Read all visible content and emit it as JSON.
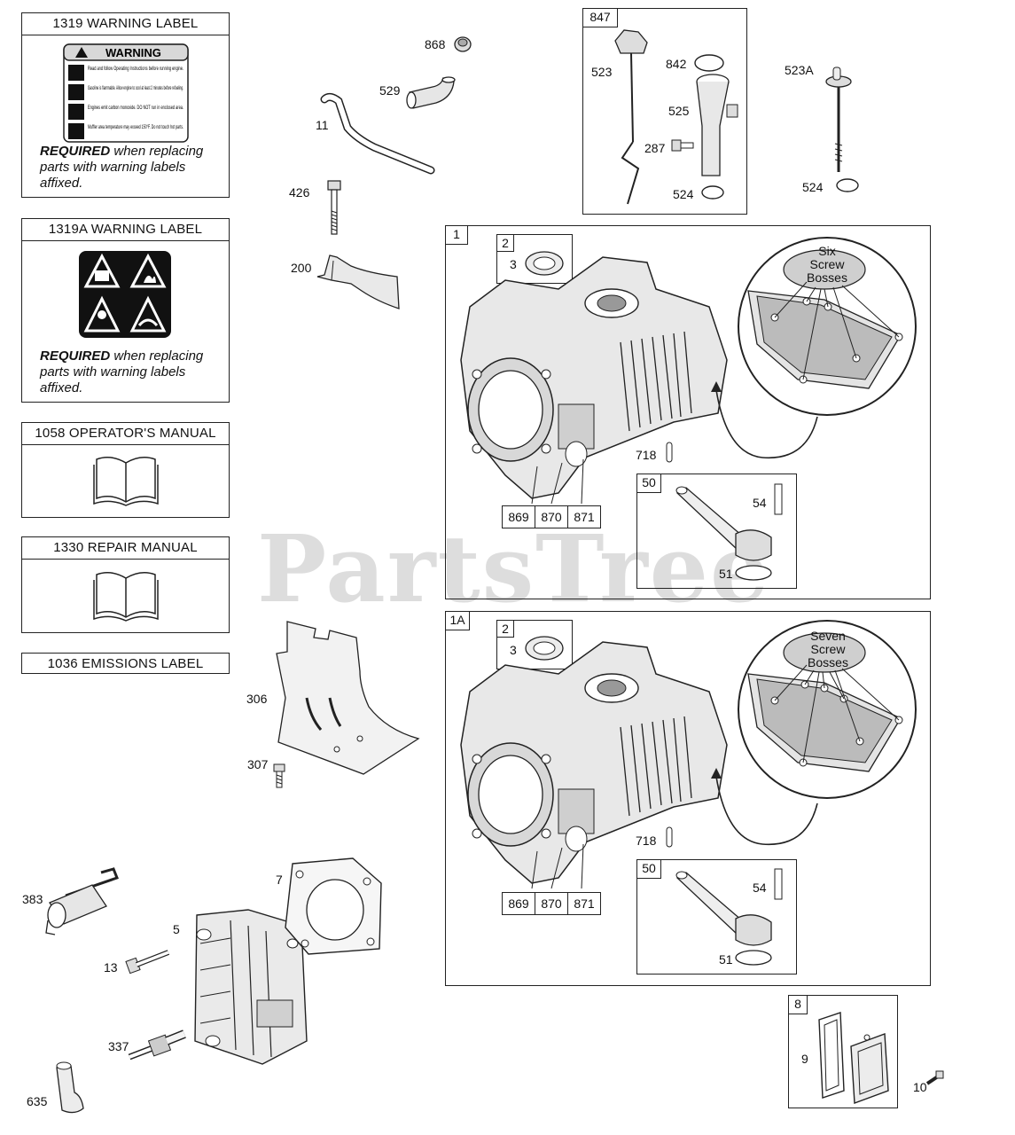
{
  "labels_panel": {
    "warning_label": {
      "title": "1319 WARNING LABEL",
      "sign_header": "WARNING",
      "lines": [
        "Read and follow Operating Instructions before running engine.",
        "Gasoline is flammable. Allow engine to cool at least 2 minutes before refueling.",
        "Engines emit carbon monoxide. DO NOT run in enclosed area.",
        "Muffler area temperature may exceed 150°F. Do not touch hot parts."
      ],
      "required_bold": "REQUIRED",
      "required_rest": " when replacing parts with warning labels affixed."
    },
    "warning_label_a": {
      "title": "1319A WARNING LABEL",
      "required_bold": "REQUIRED",
      "required_rest": " when replacing parts with warning labels affixed."
    },
    "operators_manual": {
      "title": "1058 OPERATOR'S MANUAL"
    },
    "repair_manual": {
      "title": "1330 REPAIR MANUAL"
    },
    "emissions_label": {
      "title": "1036 EMISSIONS LABEL"
    }
  },
  "watermark": "PartsTree",
  "callouts": {
    "c868": "868",
    "c529": "529",
    "c11": "11",
    "c426": "426",
    "c200": "200",
    "c306": "306",
    "c307": "307",
    "c383": "383",
    "c5": "5",
    "c7": "7",
    "c13": "13",
    "c337": "337",
    "c635": "635",
    "c847": "847",
    "c523": "523",
    "c842": "842",
    "c525": "525",
    "c287": "287",
    "c524a": "524",
    "c523A": "523A",
    "c524b": "524",
    "c8": "8",
    "c9": "9",
    "c10": "10"
  },
  "block_1": {
    "tag": "1",
    "sub_tag": "2",
    "sub_item": "3",
    "bubble": [
      "Six",
      "Screw",
      "Bosses"
    ],
    "pin": "718",
    "numbers": [
      "869",
      "870",
      "871"
    ],
    "kit_tag": "50",
    "kit_bolt": "54",
    "kit_gasket": "51"
  },
  "block_1a": {
    "tag": "1A",
    "sub_tag": "2",
    "sub_item": "3",
    "bubble": [
      "Seven",
      "Screw",
      "Bosses"
    ],
    "pin": "718",
    "numbers": [
      "869",
      "870",
      "871"
    ],
    "kit_tag": "50",
    "kit_bolt": "54",
    "kit_gasket": "51"
  }
}
